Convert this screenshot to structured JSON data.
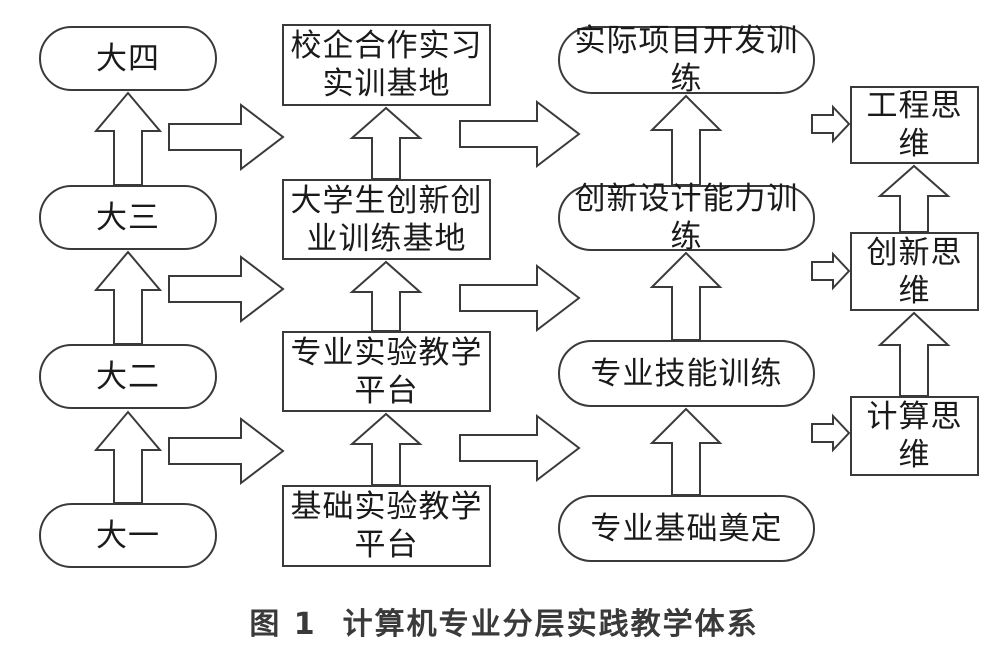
{
  "years": {
    "y4": "大四",
    "y3": "大三",
    "y2": "大二",
    "y1": "大一"
  },
  "platforms": {
    "p4": [
      "校企合作实习",
      "实训基地"
    ],
    "p3": [
      "大学生创新创",
      "业训练基地"
    ],
    "p2": [
      "专业实验教学",
      "平台"
    ],
    "p1": [
      "基础实验教学",
      "平台"
    ]
  },
  "training": {
    "t4": "实际项目开发训练",
    "t3": "创新设计能力训练",
    "t2": "专业技能训练",
    "t1": "专业基础奠定"
  },
  "thinking": {
    "k3": "工程思维",
    "k2": "创新思维",
    "k1": "计算思维"
  },
  "caption": {
    "figure": "图 1",
    "text": "计算机专业分层实践教学体系"
  }
}
